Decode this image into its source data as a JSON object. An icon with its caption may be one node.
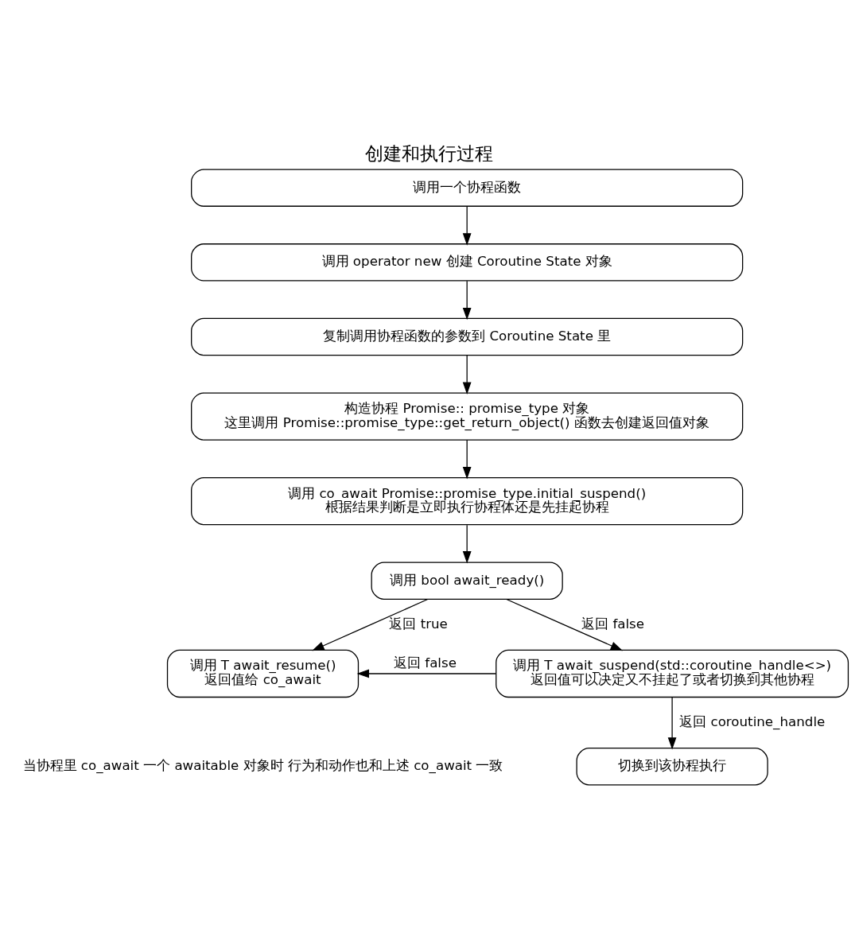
{
  "diagram": {
    "title": "创建和执行过程",
    "nodes": [
      {
        "text": [
          "调用一个协程函数"
        ]
      },
      {
        "text": [
          "调用 operator new 创建 Coroutine State 对象"
        ]
      },
      {
        "text": [
          "复制调用协程函数的参数到 Coroutine State 里"
        ]
      },
      {
        "text": [
          "构造协程 Promise:: promise_type 对象",
          "这里调用 Promise::promise_type::get_return_object() 函数去创建返回值对象"
        ]
      },
      {
        "text": [
          "调用 co_await Promise::promise_type.initial_suspend()",
          "根据结果判断是立即执行协程体还是先挂起协程"
        ]
      },
      {
        "text": [
          "调用 bool await_ready()"
        ]
      },
      {
        "text": [
          "调用 T await_resume()",
          "返回值给 co_await"
        ]
      },
      {
        "text": [
          "调用 T await_suspend(std::coroutine_handle<>)",
          "返回值可以决定又不挂起了或者切换到其他协程"
        ]
      },
      {
        "text": [
          "切换到该协程执行"
        ]
      }
    ],
    "edges": [
      {
        "from": 0,
        "to": 1,
        "arrow": "to"
      },
      {
        "from": 1,
        "to": 2,
        "arrow": "to"
      },
      {
        "from": 2,
        "to": 3,
        "arrow": "to"
      },
      {
        "from": 3,
        "to": 4,
        "arrow": "to"
      },
      {
        "from": 4,
        "to": 5,
        "arrow": "to"
      },
      {
        "from": 5,
        "to": 6,
        "arrow": "to",
        "label": "返回 true"
      },
      {
        "from": 5,
        "to": 7,
        "arrow": "to",
        "label": "返回 false"
      },
      {
        "from": 7,
        "to": 6,
        "arrow": "to",
        "label": "返回 false"
      },
      {
        "from": 7,
        "to": 8,
        "arrow": "to",
        "label": "返回 coroutine_handle"
      }
    ],
    "labels": [
      "当协程里 co_await 一个 awaitable 对象时 行为和动作也和上述 co_await 一致"
    ]
  }
}
